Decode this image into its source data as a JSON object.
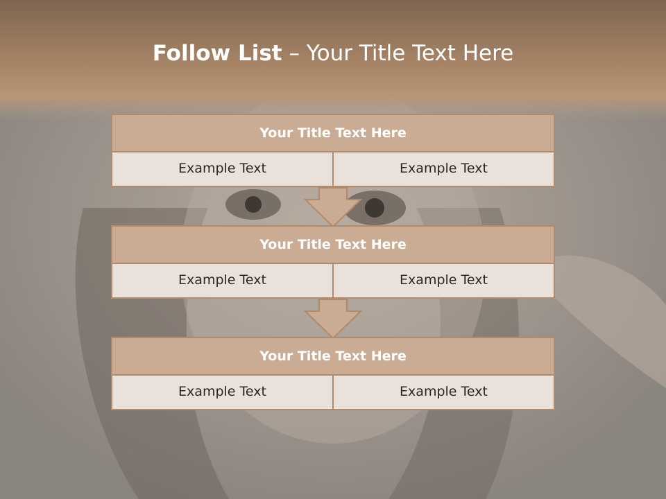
{
  "title": {
    "bold": "Follow List",
    "rest": " – Your Title Text Here"
  },
  "blocks": [
    {
      "heading": "Your Title Text Here",
      "cells": [
        "Example Text",
        "Example Text"
      ]
    },
    {
      "heading": "Your Title Text Here",
      "cells": [
        "Example Text",
        "Example Text"
      ]
    },
    {
      "heading": "Your Title Text Here",
      "cells": [
        "Example Text",
        "Example Text"
      ]
    }
  ],
  "colors": {
    "header_band": "#a0795a",
    "block_heading_fill": "#c9ac93",
    "block_cell_fill": "#ebe1db",
    "block_border": "#b08a6c",
    "arrow_fill": "#c9ac93"
  },
  "icons": {
    "connector": "down-arrow-icon"
  }
}
